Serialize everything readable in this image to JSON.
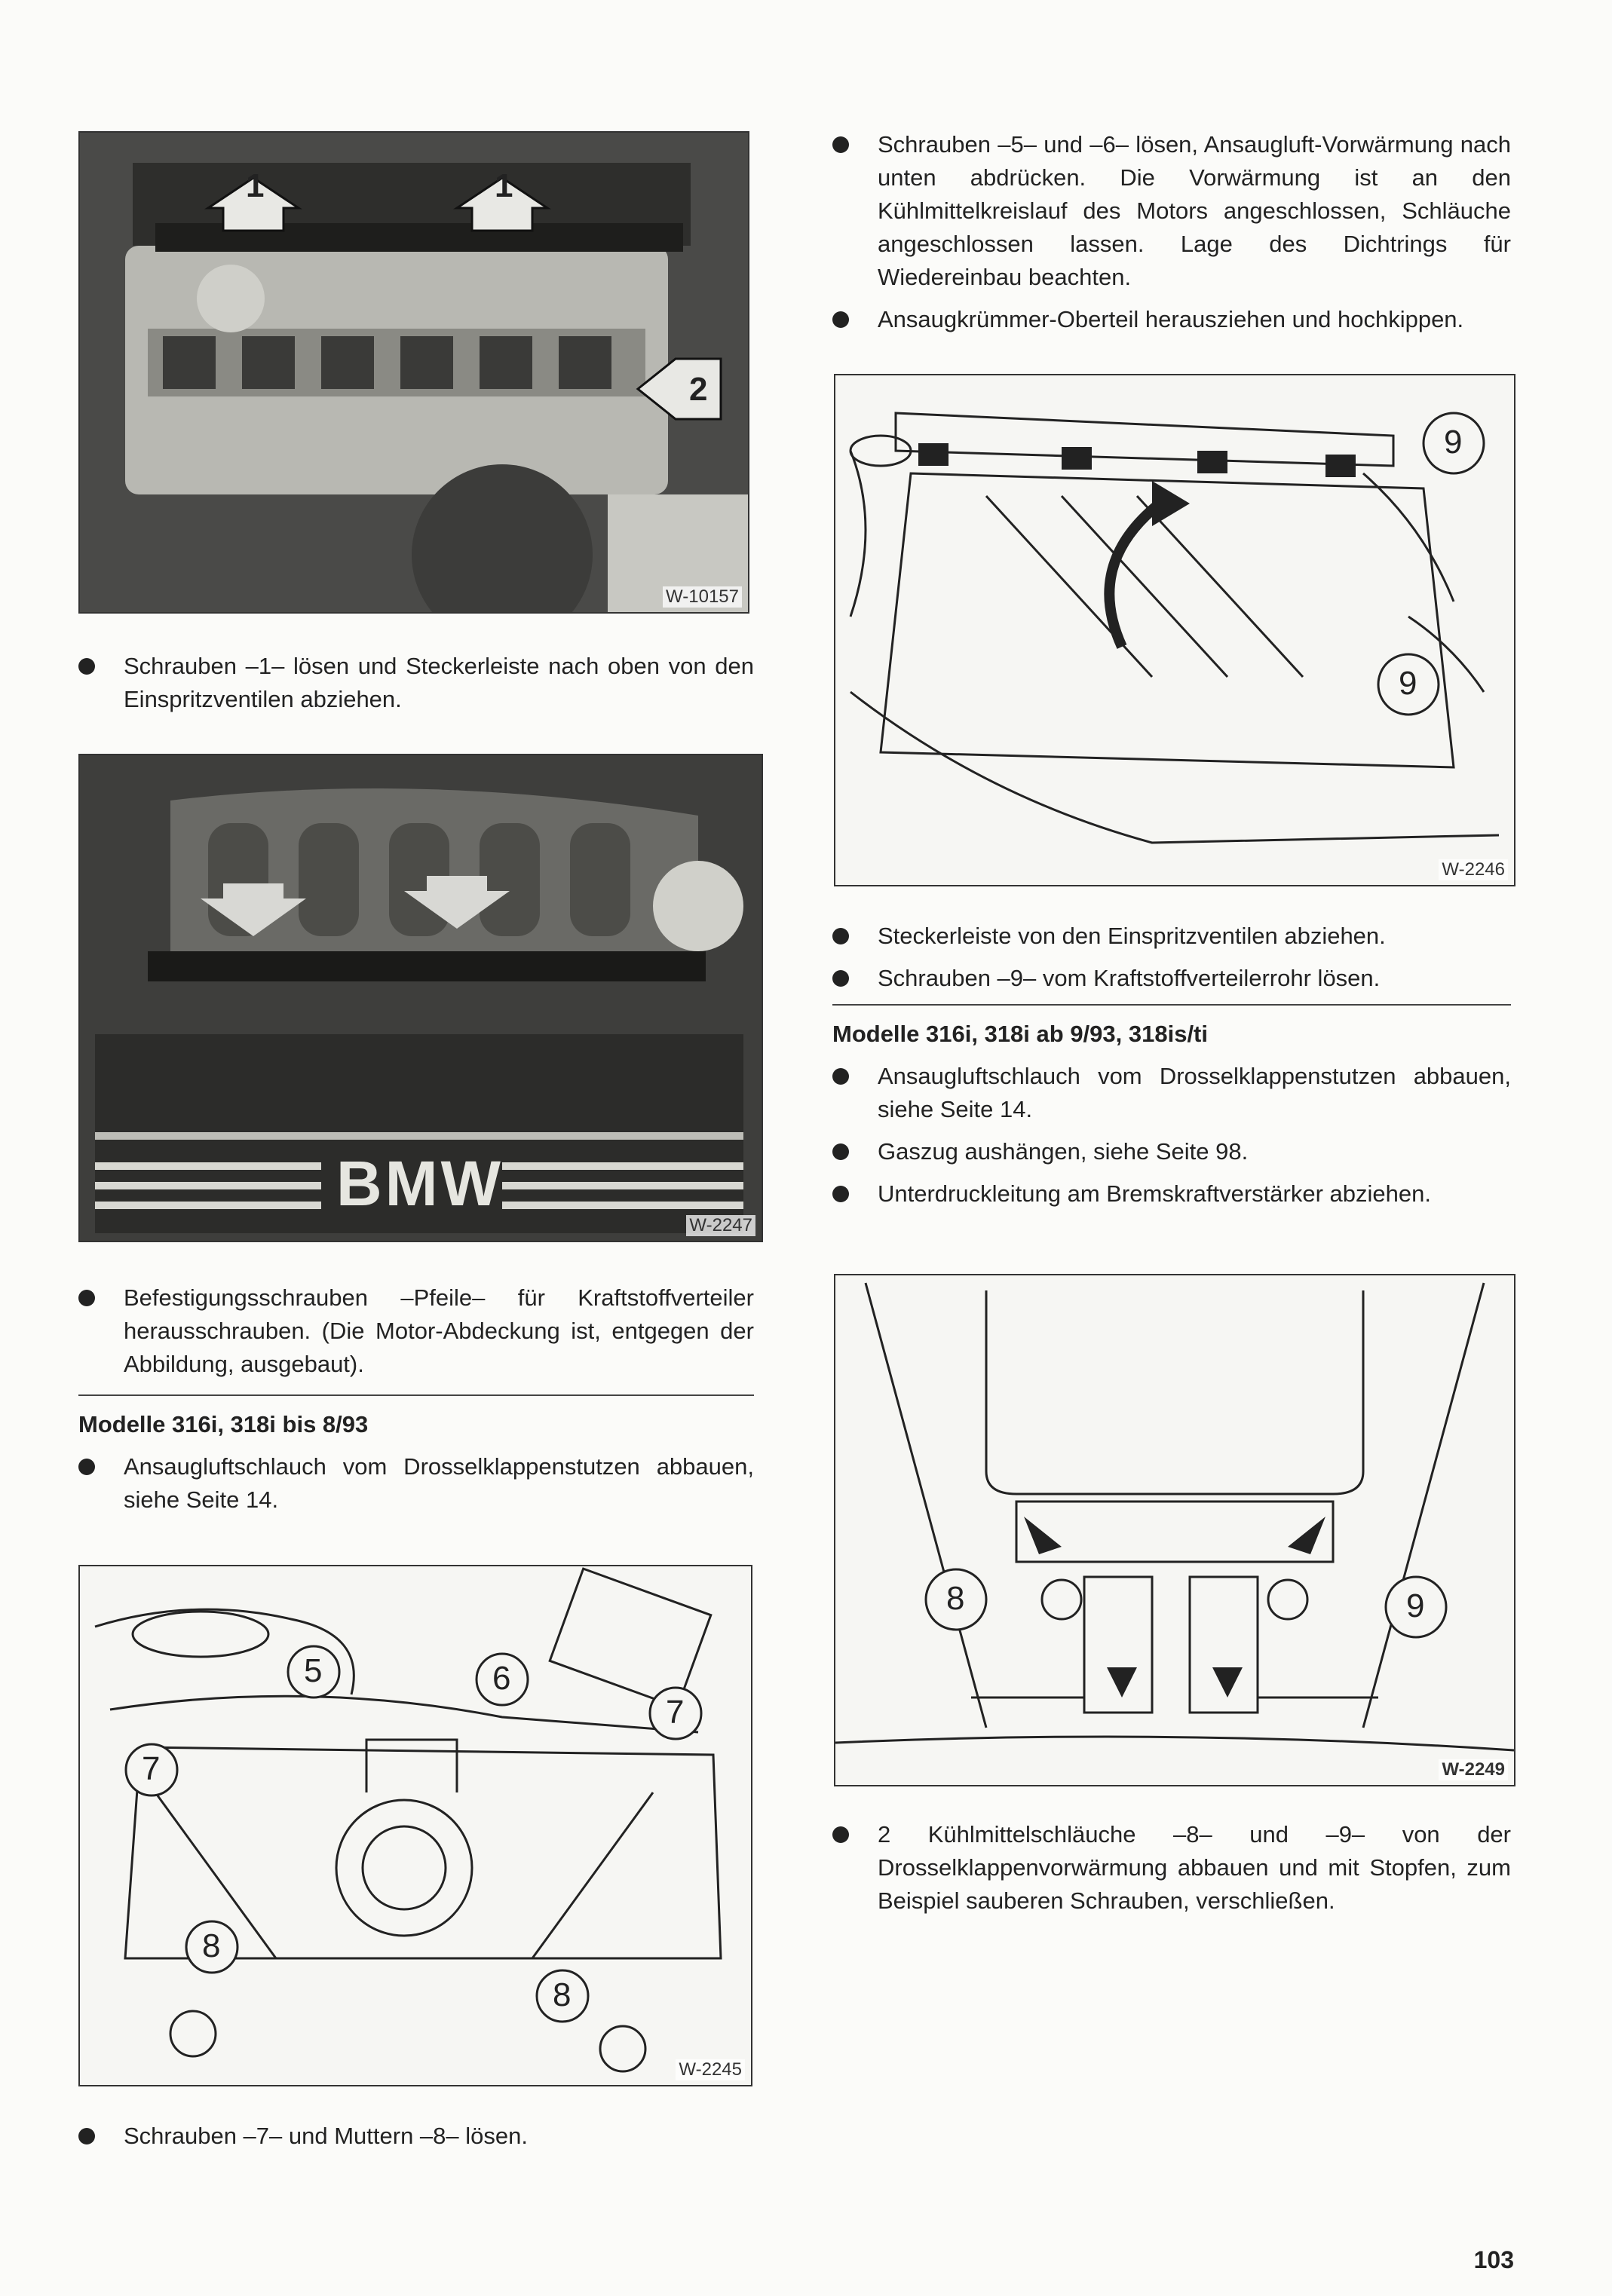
{
  "left_column": {
    "fig_w10157": {
      "id_label": "W-10157",
      "callouts": [
        "1",
        "1",
        "2"
      ]
    },
    "bullet_1": "Schrauben –1– lösen und Steckerleiste nach oben von den Einspritzventilen abziehen.",
    "fig_w2247": {
      "id_label": "W-2247",
      "brand_text": "BMW"
    },
    "bullet_2": "Befestigungsschrauben –Pfeile– für Kraftstoffverteiler herausschrauben. (Die Motor-Abdeckung ist, entgegen der Abbildung, ausgebaut).",
    "heading_316": "Modelle 316i, 318i bis 8/93",
    "bullet_3": "Ansaugluftschlauch vom Drosselklappenstutzen abbauen, siehe Seite 14.",
    "fig_w2245": {
      "id_label": "W-2245",
      "callouts": [
        "5",
        "6",
        "7",
        "7",
        "8",
        "8"
      ]
    },
    "bullet_4": "Schrauben –7– und Muttern –8– lösen."
  },
  "right_column": {
    "bullet_1": "Schrauben –5– und –6– lösen, Ansaugluft-Vorwärmung nach unten abdrücken. Die Vorwärmung ist an den Kühlmittelkreislauf des Motors angeschlossen, Schläuche angeschlossen lassen. Lage des Dichtrings für Wiedereinbau beachten.",
    "bullet_2": "Ansaugkrümmer-Oberteil herausziehen und hochkippen.",
    "fig_w2246": {
      "id_label": "W-2246",
      "callouts": [
        "9",
        "9"
      ]
    },
    "bullet_3": "Steckerleiste von den Einspritzventilen abziehen.",
    "bullet_4": "Schrauben –9– vom Kraftstoffverteilerrohr lösen.",
    "heading_318": "Modelle 316i, 318i ab 9/93, 318is/ti",
    "bullet_5": "Ansaugluftschlauch vom Drosselklappenstutzen abbauen, siehe Seite 14.",
    "bullet_6": "Gaszug aushängen, siehe Seite 98.",
    "bullet_7": "Unterdruckleitung am Bremskraftverstärker abziehen.",
    "fig_w2249": {
      "id_label": "W-2249",
      "callouts": [
        "8",
        "9"
      ]
    },
    "bullet_8": "2 Kühlmittelschläuche –8– und –9– von der Drosselklappenvorwärmung abbauen und mit Stopfen, zum Beispiel sauberen Schrauben, verschließen."
  },
  "page_number": "103"
}
